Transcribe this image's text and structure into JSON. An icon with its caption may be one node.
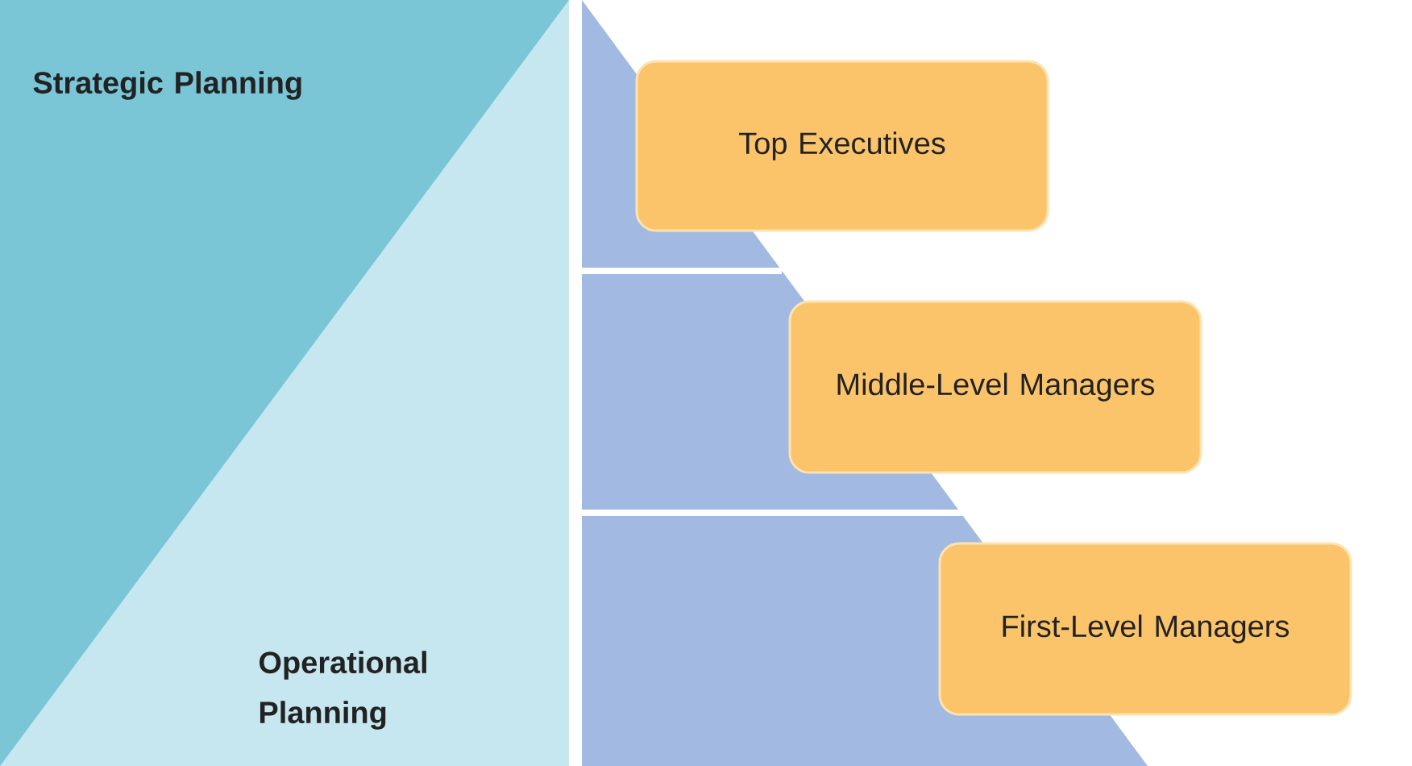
{
  "diagram": {
    "nodes": [
      {
        "text": [
          "Top Executives"
        ]
      },
      {
        "text": [
          "Middle-Level Managers"
        ]
      },
      {
        "text": [
          "First-Level Managers"
        ]
      }
    ],
    "labels": [
      "Strategic Planning",
      "Operational Planning"
    ]
  }
}
